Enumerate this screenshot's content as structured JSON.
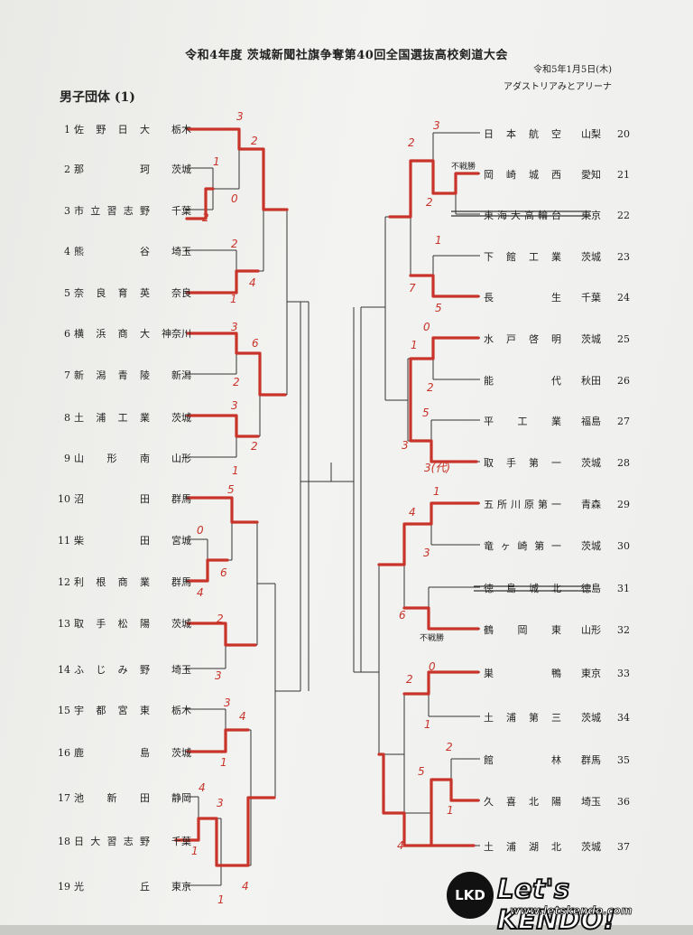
{
  "header": {
    "title": "令和4年度 茨城新聞社旗争奪第40回全国選抜高校剣道大会",
    "date": "令和5年1月5日(木)",
    "venue": "アダストリアみとアリーナ",
    "section": "男子団体 (1)"
  },
  "left_teams": [
    {
      "num": "1",
      "name": "佐野日大",
      "pref": "栃木"
    },
    {
      "num": "2",
      "name": "那珂",
      "pref": "茨城"
    },
    {
      "num": "3",
      "name": "市立習志野",
      "pref": "千葉"
    },
    {
      "num": "4",
      "name": "熊谷",
      "pref": "埼玉"
    },
    {
      "num": "5",
      "name": "奈良育英",
      "pref": "奈良"
    },
    {
      "num": "6",
      "name": "横浜商大",
      "pref": "神奈川"
    },
    {
      "num": "7",
      "name": "新潟青陵",
      "pref": "新潟"
    },
    {
      "num": "8",
      "name": "土浦工業",
      "pref": "茨城"
    },
    {
      "num": "9",
      "name": "山形南",
      "pref": "山形"
    },
    {
      "num": "10",
      "name": "沼田",
      "pref": "群馬"
    },
    {
      "num": "11",
      "name": "柴田",
      "pref": "宮城"
    },
    {
      "num": "12",
      "name": "利根商業",
      "pref": "群馬"
    },
    {
      "num": "13",
      "name": "取手松陽",
      "pref": "茨城"
    },
    {
      "num": "14",
      "name": "ふじみ野",
      "pref": "埼玉"
    },
    {
      "num": "15",
      "name": "宇都宮東",
      "pref": "栃木"
    },
    {
      "num": "16",
      "name": "鹿島",
      "pref": "茨城"
    },
    {
      "num": "17",
      "name": "池新田",
      "pref": "静岡"
    },
    {
      "num": "18",
      "name": "日大習志野",
      "pref": "千葉"
    },
    {
      "num": "19",
      "name": "光丘",
      "pref": "東京"
    }
  ],
  "right_teams": [
    {
      "num": "20",
      "name": "日本航空",
      "pref": "山梨"
    },
    {
      "num": "21",
      "name": "岡崎城西",
      "pref": "愛知"
    },
    {
      "num": "22",
      "name": "東海大高輪台",
      "pref": "東京",
      "struck": true
    },
    {
      "num": "23",
      "name": "下館工業",
      "pref": "茨城"
    },
    {
      "num": "24",
      "name": "長生",
      "pref": "千葉"
    },
    {
      "num": "25",
      "name": "水戸啓明",
      "pref": "茨城"
    },
    {
      "num": "26",
      "name": "能代",
      "pref": "秋田"
    },
    {
      "num": "27",
      "name": "平工業",
      "pref": "福島"
    },
    {
      "num": "28",
      "name": "取手第一",
      "pref": "茨城"
    },
    {
      "num": "29",
      "name": "五所川原第一",
      "pref": "青森"
    },
    {
      "num": "30",
      "name": "竜ヶ崎第一",
      "pref": "茨城"
    },
    {
      "num": "31",
      "name": "徳島城北",
      "pref": "徳島",
      "struck": true
    },
    {
      "num": "32",
      "name": "鶴岡東",
      "pref": "山形"
    },
    {
      "num": "33",
      "name": "巣鴨",
      "pref": "東京"
    },
    {
      "num": "34",
      "name": "土浦第三",
      "pref": "茨城"
    },
    {
      "num": "35",
      "name": "館林",
      "pref": "群馬"
    },
    {
      "num": "36",
      "name": "久喜北陽",
      "pref": "埼玉"
    },
    {
      "num": "37",
      "name": "土浦湖北",
      "pref": "茨城"
    }
  ],
  "forfeit_labels": [
    "不戦勝",
    "不戦勝"
  ],
  "handwritten_scores": [
    "3",
    "2",
    "1",
    "0",
    "2",
    "2",
    "1",
    "4",
    "3",
    "6",
    "2",
    "3",
    "2",
    "1",
    "5",
    "0",
    "6",
    "4",
    "2",
    "3",
    "3",
    "4",
    "1",
    "4",
    "3",
    "1",
    "4",
    "1",
    "3",
    "2",
    "2",
    "1",
    "7",
    "5",
    "0",
    "1",
    "2",
    "5",
    "3",
    "3(代)",
    "4",
    "1",
    "3",
    "6",
    "0",
    "2",
    "1",
    "2",
    "5",
    "1",
    "4"
  ],
  "watermark": {
    "logo_text": "Let's KENDO!",
    "badge": "LKD",
    "url": "www.letskendo.com"
  },
  "colors": {
    "ink": "#222222",
    "bracket_line": "#333333",
    "winner_red": "#c8342a"
  }
}
